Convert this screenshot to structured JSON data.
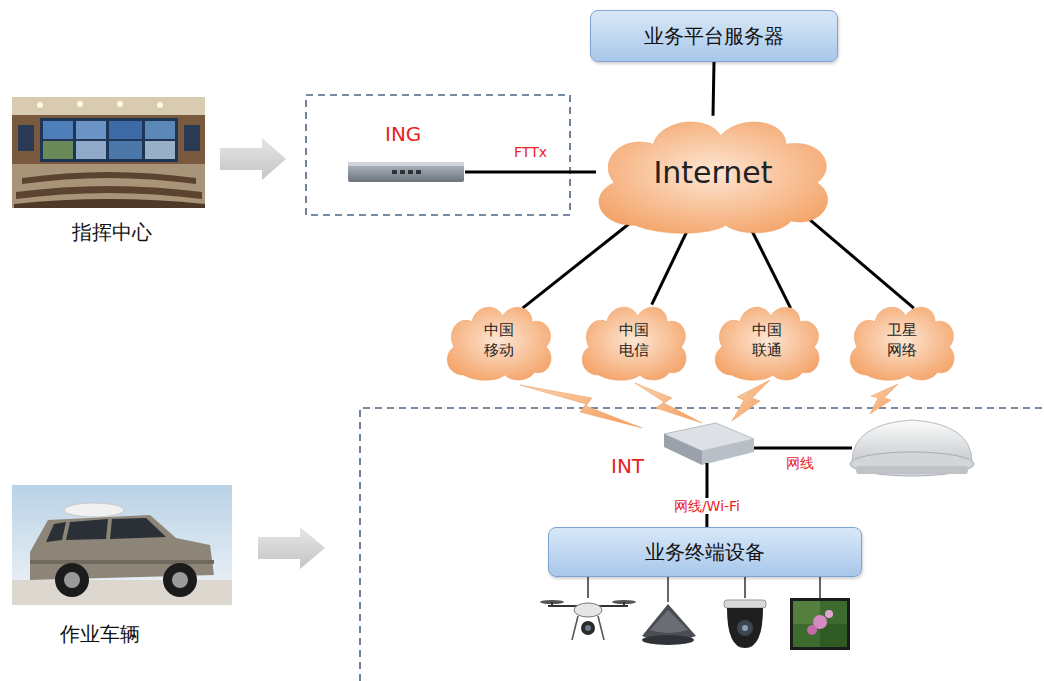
{
  "diagram": {
    "nodes": [
      {
        "text": [
          "业务平台服务器"
        ]
      },
      {
        "text": [
          "Internet"
        ]
      },
      {
        "text": [
          "ING"
        ]
      },
      {
        "text": [
          "中国 移动"
        ]
      },
      {
        "text": [
          "中国 电信"
        ]
      },
      {
        "text": [
          "中国 联通"
        ]
      },
      {
        "text": [
          "卫星 网络"
        ]
      },
      {
        "text": [
          "INT"
        ]
      },
      {
        "text": [
          "业务终端设备"
        ]
      }
    ],
    "edges": [
      {
        "from": 0,
        "to": 1,
        "arrow": "none"
      },
      {
        "from": 2,
        "to": 1,
        "label": "FTTx",
        "arrow": "none"
      },
      {
        "from": 1,
        "to": 3,
        "arrow": "none"
      },
      {
        "from": 1,
        "to": 4,
        "arrow": "none"
      },
      {
        "from": 1,
        "to": 5,
        "arrow": "none"
      },
      {
        "from": 1,
        "to": 6,
        "arrow": "none"
      },
      {
        "from": 7,
        "to": 8,
        "label": "网线/Wi-Fi",
        "arrow": "none"
      }
    ],
    "labels": [
      "指挥中心",
      "作业车辆",
      "网线"
    ]
  }
}
